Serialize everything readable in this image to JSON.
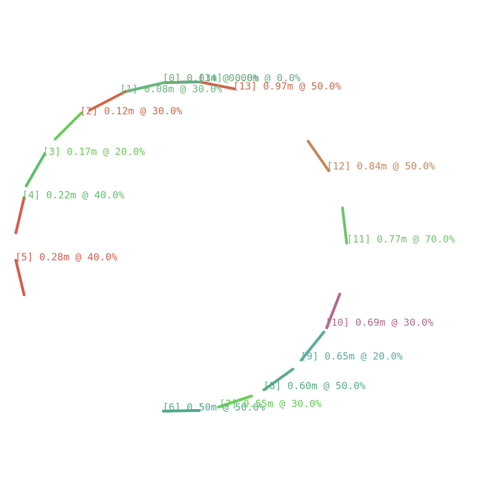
{
  "segments": [
    {
      "label": "[0] 0.03m @ 0.0%",
      "color": "#6aa86e"
    },
    {
      "label": "[1] 0.08m @ 30.0%",
      "color": "#66b87a"
    },
    {
      "label": "[2] 0.12m @ 30.0%",
      "color": "#d06848"
    },
    {
      "label": "[3] 0.17m @ 20.0%",
      "color": "#66cc55"
    },
    {
      "label": "[4] 0.22m @ 40.0%",
      "color": "#5cbf6a"
    },
    {
      "label": "[5] 0.28m @ 40.0%",
      "color": "#d95a4a"
    },
    {
      "label": "[6] 0.50m @ 50.0%",
      "color": "#4fa88a"
    },
    {
      "label": "[7] 0.55m @ 30.0%",
      "color": "#66cc55"
    },
    {
      "label": "[8] 0.60m @ 50.0%",
      "color": "#5aaa84"
    },
    {
      "label": "[9] 0.65m @ 20.0%",
      "color": "#5aaa9a"
    },
    {
      "label": "[10] 0.69m @ 30.0%",
      "color": "#b06a8a"
    },
    {
      "label": "[11] 0.77m @ 70.0%",
      "color": "#6cc46c"
    },
    {
      "label": "[12] 0.84m @ 50.0%",
      "color": "#c0885a"
    },
    {
      "label": "[13] 0.97m @ 50.0%",
      "color": "#d0654a"
    },
    {
      "label": "[14] 0.00m @ 0.0%",
      "color": "#6aaa8a"
    }
  ]
}
